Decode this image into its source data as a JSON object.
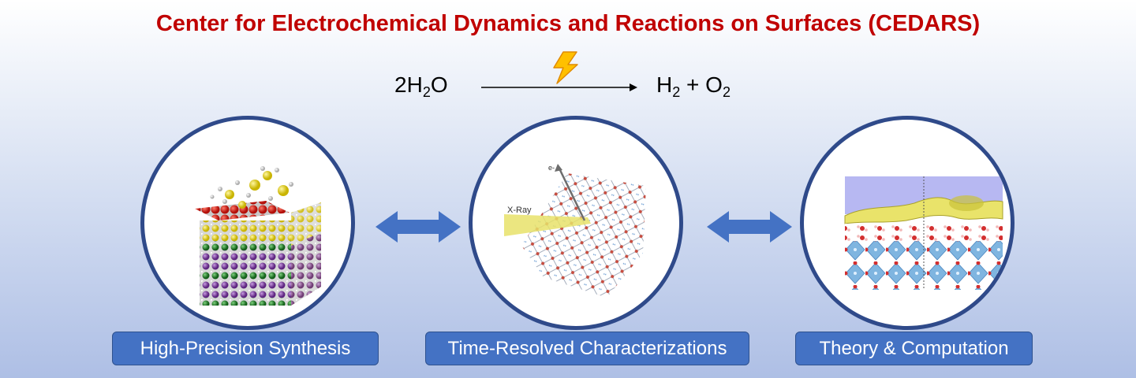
{
  "title": "Center for Electrochemical Dynamics and Reactions on Surfaces (CEDARS)",
  "equation": {
    "left": {
      "coef": "2",
      "a": "H",
      "a_sub": "2",
      "b": "O"
    },
    "right": {
      "a": "H",
      "a_sub": "2",
      "plus": " + ",
      "b": "O",
      "b_sub": "2"
    },
    "catalyst_icon": "lightning-bolt-icon"
  },
  "panels": [
    {
      "label": "High-Precision Synthesis",
      "illustration": "layered-crystal-lattice"
    },
    {
      "label": "Time-Resolved Characterizations",
      "illustration": "x-ray-molecular-network",
      "annotations": {
        "beam": "X-Ray",
        "electron": "e-"
      }
    },
    {
      "label": "Theory & Computation",
      "illustration": "surface-slab-simulation"
    }
  ],
  "connectors": [
    "double-arrow-icon",
    "double-arrow-icon"
  ],
  "colors": {
    "title": "#c00000",
    "circle_border": "#2f4a8a",
    "label_bg": "#4472c4",
    "arrow": "#4472c4"
  }
}
